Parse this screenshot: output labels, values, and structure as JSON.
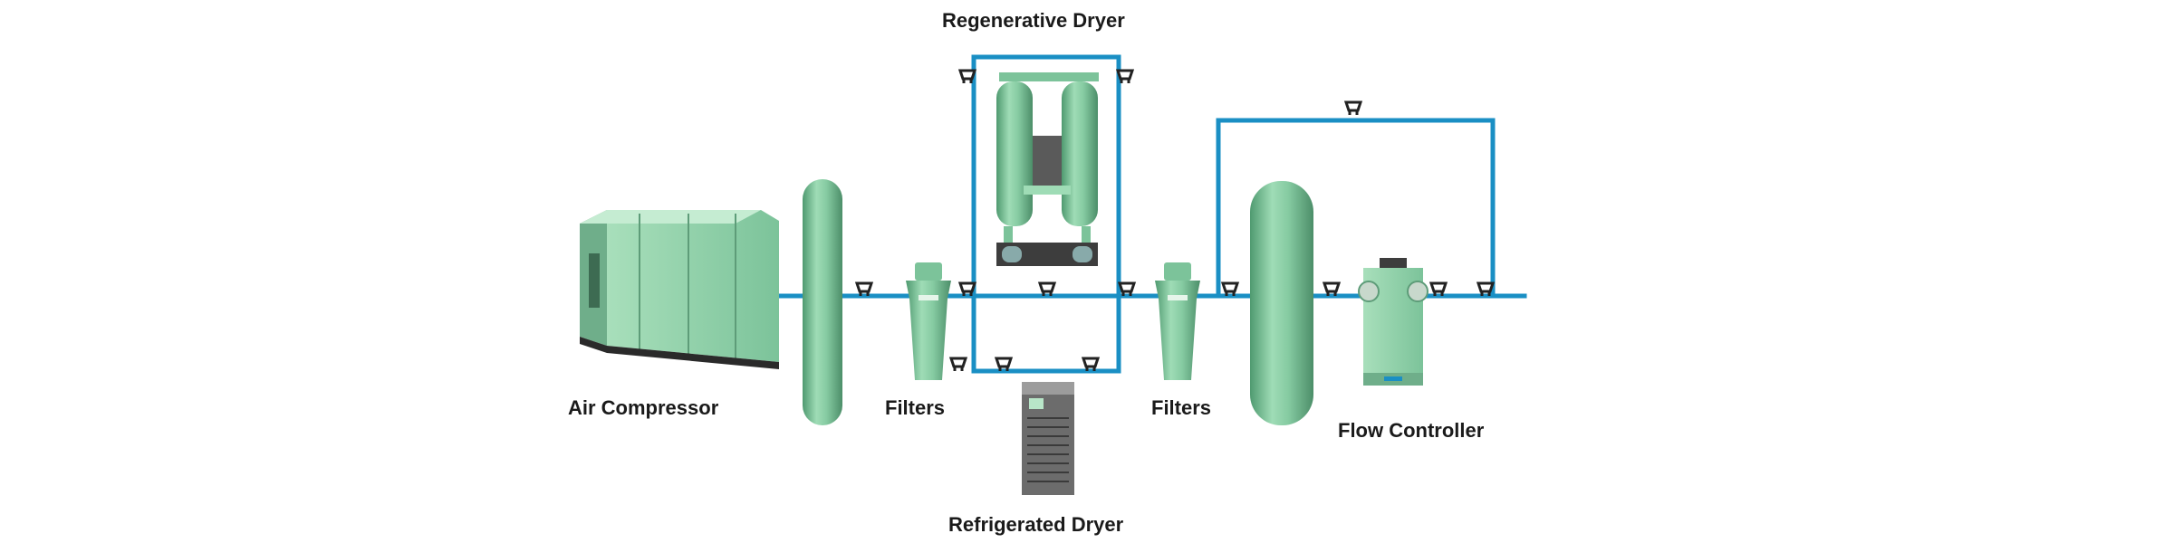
{
  "labels": {
    "regenerative_dryer": "Regenerative Dryer",
    "air_compressor": "Air Compressor",
    "filters_left": "Filters",
    "filters_right": "Filters",
    "flow_controller": "Flow Controller",
    "refrigerated_dryer": "Refrigerated Dryer"
  },
  "colors": {
    "pipe": "#1a8fc4",
    "equipment": "#8fd3a8",
    "equipment_dark": "#5fa982",
    "valve": "#222222"
  }
}
